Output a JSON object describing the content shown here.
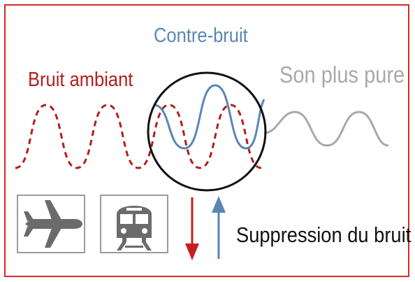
{
  "labels": {
    "ambient": "Bruit ambiant",
    "anti": "Contre-bruit",
    "pure": "Son plus pure",
    "suppression": "Suppression du bruit"
  },
  "colors": {
    "frame": "#d42a2a",
    "ambient": "#b41e1e",
    "anti": "#5a86b4",
    "pure": "#a9a9a9",
    "circle": "#111111",
    "arrow_down": "#c61e1e",
    "arrow_up": "#5a86b4",
    "icon": "#6b6b6b",
    "icon_box_border": "#9a9a9a"
  },
  "icons": [
    "airplane-icon",
    "train-icon"
  ]
}
